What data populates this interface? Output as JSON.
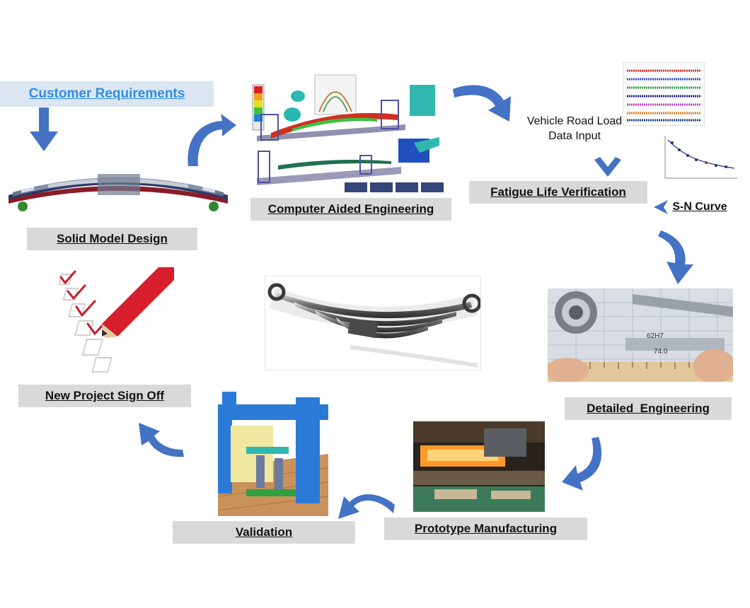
{
  "steps": {
    "customer_requirements": "Customer Requirements",
    "solid_model_design": "Solid Model Design",
    "computer_aided_engineering": "Computer Aided Engineering",
    "vehicle_road_load_line1": "Vehicle Road Load",
    "vehicle_road_load_line2": "Data Input",
    "fatigue_life_verification": "Fatigue Life Verification",
    "sn_curve": "S-N Curve",
    "detailed_engineering": "Detailed  Engineering",
    "prototype_manufacturing": "Prototype Manufacturing",
    "validation": "Validation",
    "new_project_sign_off": "New Project Sign Off"
  },
  "colors": {
    "arrow": "#4472c4",
    "label_bg": "#d9d9d9",
    "customer_bg": "#dce6f2",
    "customer_text": "#2e8ee6"
  },
  "icons": [
    "leaf-spring-model",
    "cae-simulation",
    "road-load-chart",
    "sn-curve-chart",
    "leaf-spring-render",
    "checklist-pencil",
    "calipers-ruler",
    "manufacturing-furnace",
    "validation-test-rig"
  ]
}
